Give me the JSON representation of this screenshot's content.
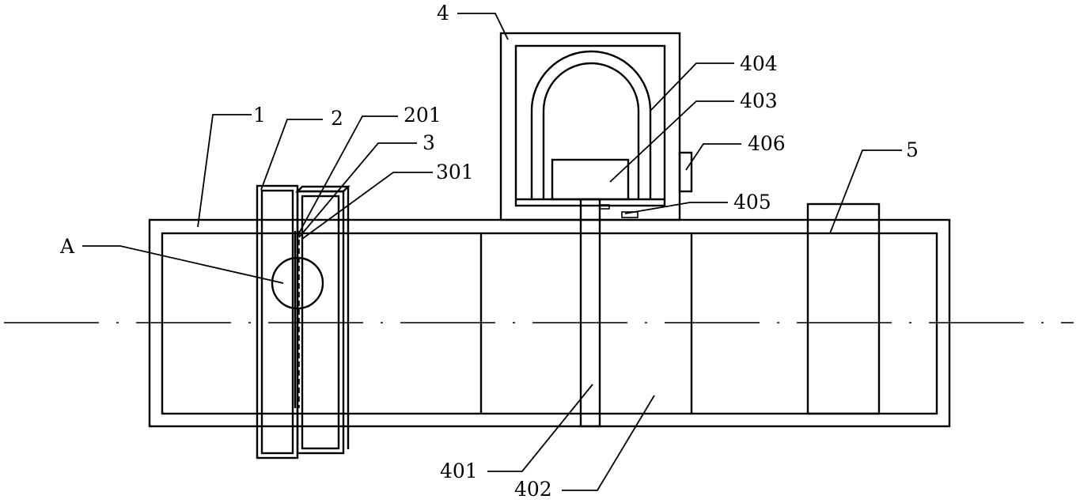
{
  "labels": {
    "housing": "1",
    "flange": "2",
    "flange_sub": "201",
    "seal_ring": "3",
    "seal_ring_sub": "301",
    "detail_a": "A",
    "top_box": "4",
    "box_rod": "401",
    "box_chamber": "402",
    "box_block": "403",
    "box_arch": "404",
    "box_small_part": "405",
    "box_side_tab": "406",
    "end_block": "5"
  }
}
